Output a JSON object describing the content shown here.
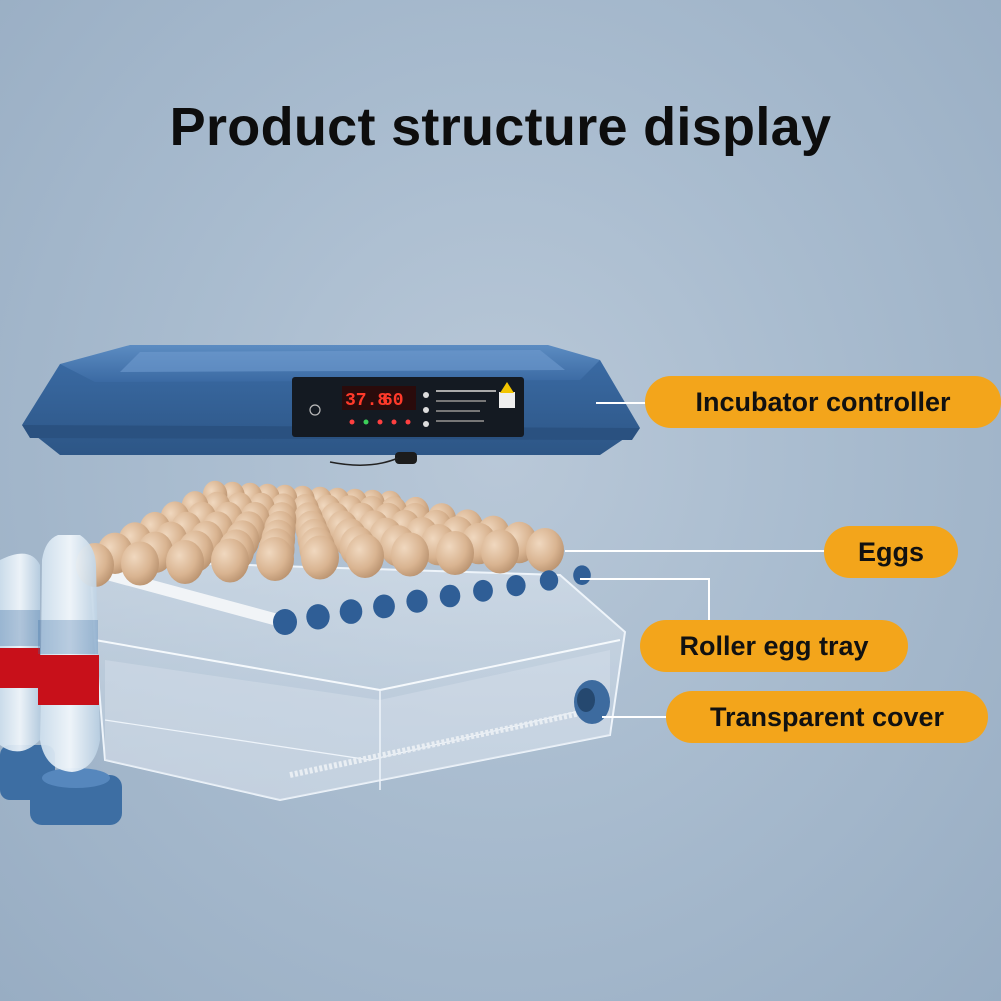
{
  "title": "Product structure display",
  "labels": {
    "controller": "Incubator controller",
    "eggs": "Eggs",
    "roller": "Roller egg tray",
    "cover": "Transparent cover"
  },
  "panel": {
    "temperature": "37.8",
    "humidity": "60"
  },
  "colors": {
    "callout": "#f3a51b",
    "lid_blue": "#3f72ad",
    "egg": "#d7b393",
    "background": "#a9bccf"
  }
}
